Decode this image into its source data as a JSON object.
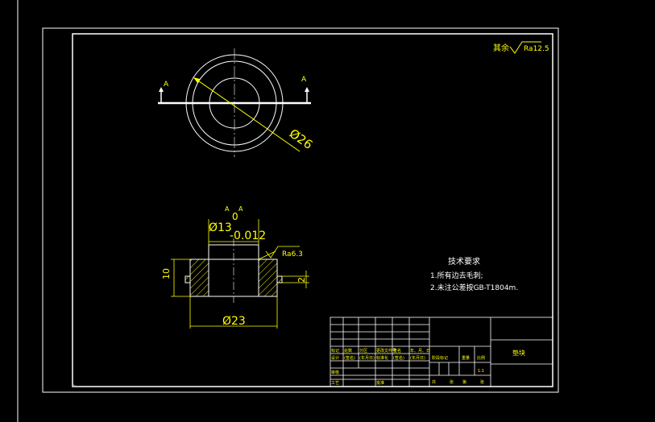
{
  "surface_note": {
    "prefix": "其余",
    "symbol": "Ra12.5"
  },
  "section_markers": {
    "left": "A",
    "right": "A"
  },
  "top_view": {
    "diameter_label": "Ø26"
  },
  "section_view": {
    "bore_diameter": "Ø13",
    "bore_tolerance": "-0.012",
    "bore_upper_deviation": "0",
    "datum_left": "A",
    "datum_right": "A",
    "outer_diameter": "Ø23",
    "height": "10",
    "groove_width": "2",
    "roughness": "Ra6.3"
  },
  "tech_requirements": {
    "title": "技术要求",
    "items": [
      "1.所有边去毛刺;",
      "2.未注公差按GB-T1804m."
    ]
  },
  "title_block": {
    "part_name": "垫块",
    "scale": "1:1",
    "row_labels_1": [
      "标记",
      "处数",
      "分区",
      "更改文件号",
      "签名",
      "年、月、日"
    ],
    "row_labels_2": [
      "设计",
      "(签名)",
      "(年月日)",
      "标准化",
      "(签名)",
      "(年月日)"
    ],
    "row_labels_3": [
      "审核"
    ],
    "row_labels_4": [
      "工艺",
      "批准"
    ],
    "stage_labels": [
      "阶段标记",
      "重量",
      "比例"
    ],
    "sheet_labels": [
      "共",
      "张",
      "第",
      "张"
    ]
  },
  "colors": {
    "frame": "#ffffff",
    "dimension": "#ffff00",
    "hatch": "#ffff00",
    "background": "#000000"
  }
}
